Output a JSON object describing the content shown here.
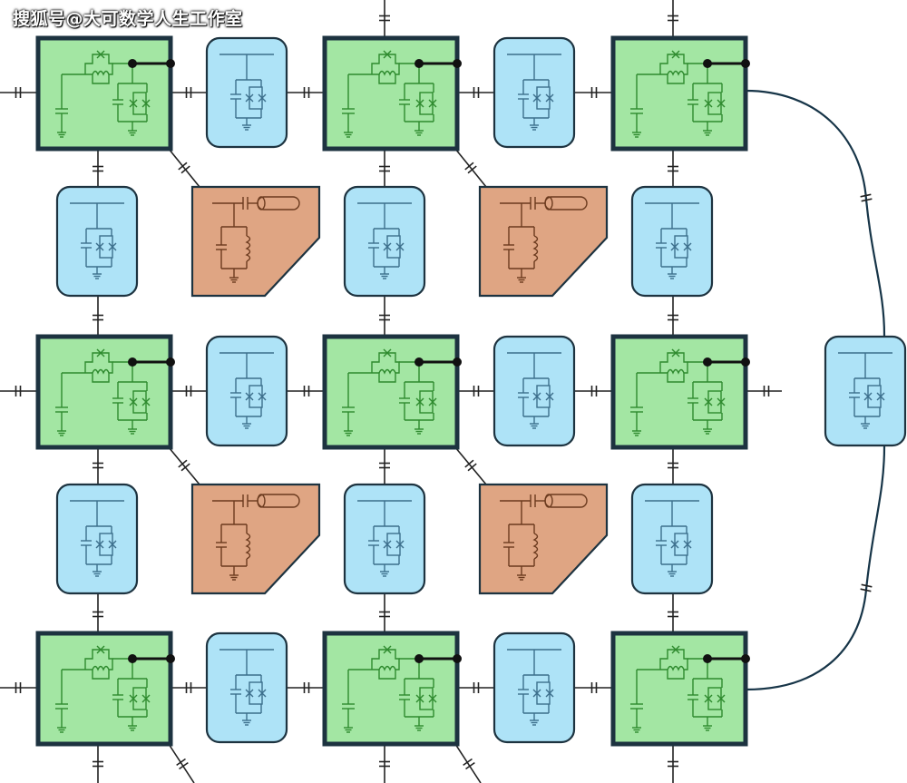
{
  "watermark": "搜狐号@大可数学人生工作室",
  "colors": {
    "qubit_fill": "#a3e6a3",
    "coupler_fill": "#aee3f7",
    "readout_fill": "#dfa583",
    "outline": "#1d3340"
  },
  "grid": {
    "qubit_rows": 3,
    "qubit_cols": 3,
    "readout_resonators": 4,
    "extra_couplers": 1
  },
  "icons": [
    "capacitor-icon",
    "josephson-junction-icon",
    "squid-icon",
    "ground-icon",
    "inductor-icon",
    "transmission-line-icon"
  ]
}
